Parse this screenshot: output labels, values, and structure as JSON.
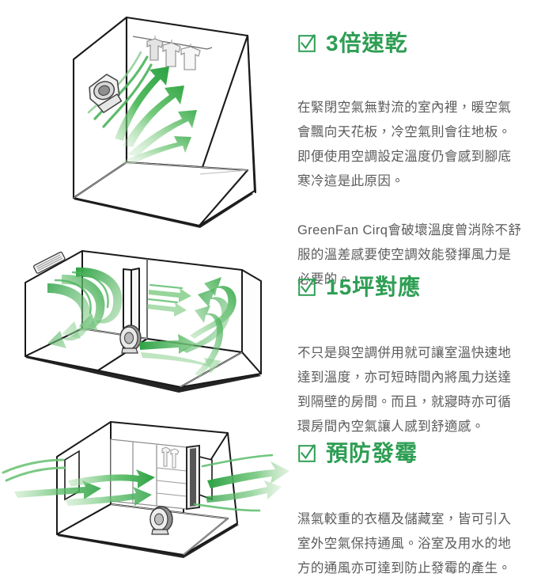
{
  "page": {
    "background_color": "#ffffff",
    "accent_green": "#2e9e54",
    "arrow_green": "#3cb54a",
    "body_text_color": "#5b5b5d",
    "outline_color": "#1a1a1a"
  },
  "features": [
    {
      "id": "feature-0",
      "check_icon": "checkbox-checked-icon",
      "heading": "3倍速乾",
      "paragraphs": [
        "在緊閉空氣無對流的室內裡，暖空氣會飄向天花板，冷空氣則會往地板。即便使用空調設定溫度仍會感到腳底寒冷這是此原因。",
        "GreenFan Cirq會破壞溫度曾消除不舒服的溫差感要使空調效能發揮風力是必要的。"
      ],
      "illustration": {
        "name": "room-drying-laundry-diagram",
        "description": "Single open room box with a floor circulator fan blowing green airflow up toward three shirts hanging on a rod"
      }
    },
    {
      "id": "feature-1",
      "check_icon": "checkbox-checked-icon",
      "heading": "15坪對應",
      "paragraphs": [
        "不只是與空調併用就可讓室溫快速地達到溫度，亦可短時間內將風力送達到隔壁的房間。而且，就寢時亦可循環房間內空氣讓人感到舒適感。"
      ],
      "illustration": {
        "name": "two-room-airflow-diagram",
        "description": "Two adjoining rooms with a wall air conditioner on the left and a circulator pushing green airflow through the doorway into the next room"
      }
    },
    {
      "id": "feature-2",
      "check_icon": "checkbox-checked-icon",
      "heading": "預防發霉",
      "paragraphs": [
        "濕氣較重的衣櫃及儲藏室，皆可引入室外空氣保持通風。浴室及用水的地方的通風亦可達到防止發霉的產生。"
      ],
      "illustration": {
        "name": "closet-ventilation-diagram",
        "description": "Room box with an open closet of shelves and hanging clothes, a circulator drawing outside air in one side and exhausting it out the other"
      }
    }
  ]
}
